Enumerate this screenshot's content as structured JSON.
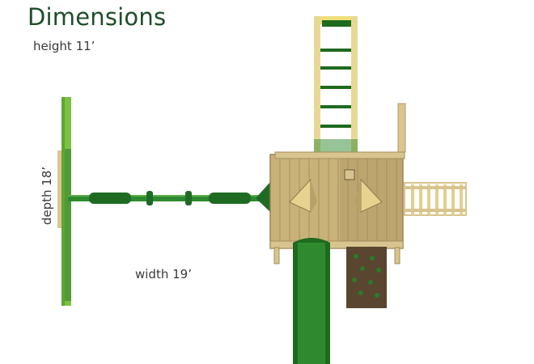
{
  "header": {
    "title": "Dimensions",
    "height_label": "height 11’"
  },
  "labels": {
    "width": "width 19’",
    "depth": "depth 18’"
  },
  "colors": {
    "title_green": "#1f4d2a",
    "swing_beam_green": "#2f8a2f",
    "leg_light_green": "#7cc242",
    "wood_light": "#d8c48f",
    "wood_mid": "#c9b27a",
    "wood_dark": "#a58d5c",
    "slide_green": "#1e6b1e",
    "rock_wall_brown": "#5a4530"
  },
  "icons": [
    "playset-top-view"
  ]
}
